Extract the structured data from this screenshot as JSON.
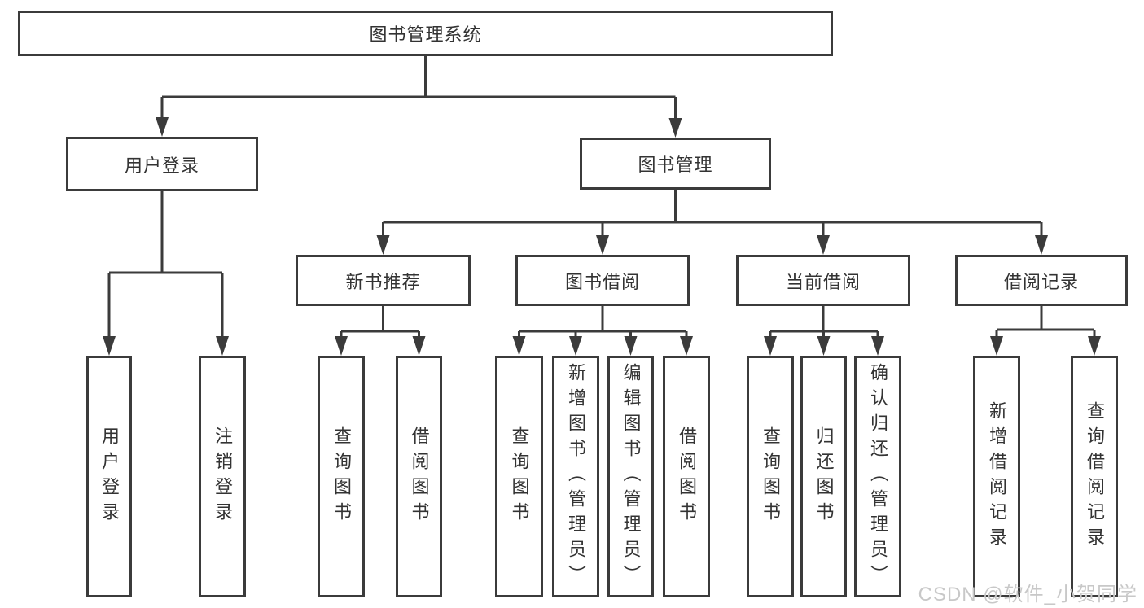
{
  "diagram_title": "图书管理系统",
  "tree": {
    "root": {
      "label": "图书管理系统"
    },
    "user_login": {
      "label": "用户登录",
      "children": [
        {
          "label": "用户登录"
        },
        {
          "label": "注销登录"
        }
      ]
    },
    "book_mgmt": {
      "label": "图书管理",
      "sections": [
        {
          "label": "新书推荐",
          "children": [
            {
              "label": "查询图书"
            },
            {
              "label": "借阅图书"
            }
          ]
        },
        {
          "label": "图书借阅",
          "children": [
            {
              "label": "查询图书"
            },
            {
              "label": "新增图书（管理员）"
            },
            {
              "label": "编辑图书（管理员）"
            },
            {
              "label": "借阅图书"
            }
          ]
        },
        {
          "label": "当前借阅",
          "children": [
            {
              "label": "查询图书"
            },
            {
              "label": "归还图书"
            },
            {
              "label": "确认归还（管理员）"
            }
          ]
        },
        {
          "label": "借阅记录",
          "children": [
            {
              "label": "新增借阅记录"
            },
            {
              "label": "查询借阅记录"
            }
          ]
        }
      ]
    }
  },
  "watermark": {
    "text": "CSDN @软件_小贺同学",
    "color": "#c8c8c8"
  },
  "colors": {
    "line": "#3b3b3b",
    "text": "#333333",
    "background": "#ffffff"
  }
}
